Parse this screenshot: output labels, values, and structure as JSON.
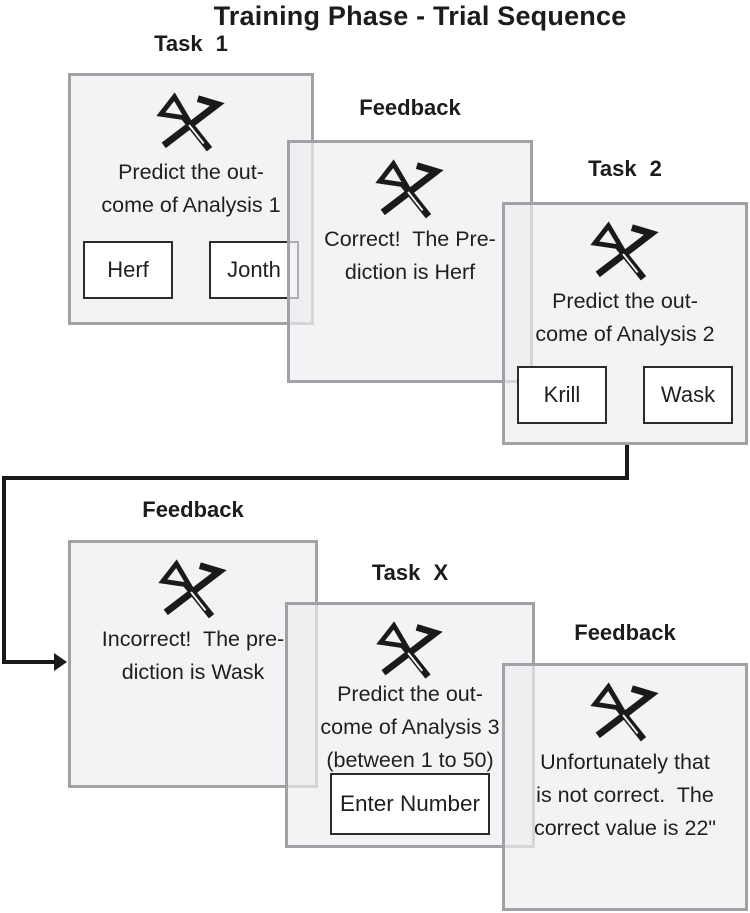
{
  "title": "Training Phase - Trial Sequence",
  "colors": {
    "card_border": "#a2a2a6",
    "card_background": "#f5f5f6",
    "ink": "#1a1a1a",
    "button_background": "#ffffff"
  },
  "icon_name": "crossed-strokes-analysis-glyph",
  "cards": [
    {
      "heading": "Task 1",
      "lines": [
        "Predict the out-",
        "come of Analysis 1"
      ],
      "buttons": [
        "Herf",
        "Jonth"
      ]
    },
    {
      "heading": "Feedback",
      "lines": [
        "Correct!  The Pre-",
        "diction is Herf"
      ],
      "buttons": []
    },
    {
      "heading": "Task 2",
      "lines": [
        "Predict the out-",
        "come of Analysis 2"
      ],
      "buttons": [
        "Krill",
        "Wask"
      ]
    },
    {
      "heading": "Feedback",
      "lines": [
        "Incorrect!  The pre-",
        "diction is Wask"
      ],
      "buttons": []
    },
    {
      "heading": "Task X",
      "lines": [
        "Predict the out-",
        "come of Analysis 3",
        "(between 1 to 50)"
      ],
      "buttons": [
        "Enter Number"
      ]
    },
    {
      "heading": "Feedback",
      "lines": [
        "Unfortunately that",
        "is not correct.  The",
        "correct value is 22\""
      ],
      "buttons": []
    }
  ]
}
